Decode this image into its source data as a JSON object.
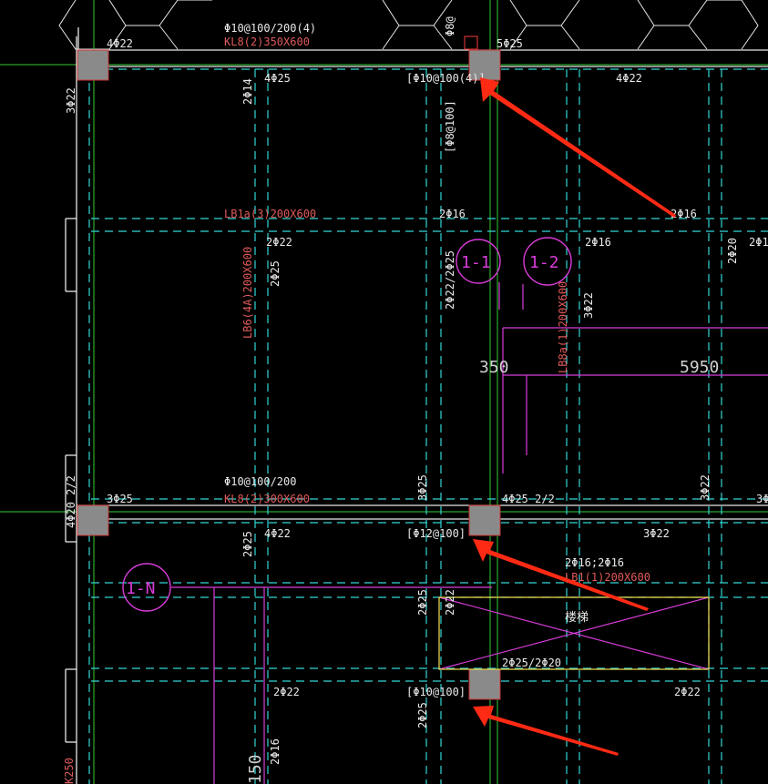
{
  "drawing": {
    "colors": {
      "background": "#000000",
      "grid_dash": "#33d6d6",
      "beam_edge": "#e8e8e8",
      "axis": "#33cc33",
      "section_mark": "#d83cd8",
      "beam_label": "#e05a5a",
      "rebar_text": "#eaeaea",
      "column_fill": "#8a8a8a",
      "arrow": "#ff2a14",
      "stair_outline": "#e6d24a"
    },
    "section_marks": [
      "1-1",
      "1-2",
      "1-N"
    ],
    "dimensions": {
      "d1": "350",
      "d2": "5950",
      "d3": "150",
      "d4": "K250"
    },
    "stair_label": "楼梯",
    "beam_labels": {
      "kl_top": "KL8(2)350X600",
      "kl_top_stirrup": "Φ10@100/200(4)",
      "kl_mid": "KL8(2)300X600",
      "kl_mid_stirrup": "Φ10@100/200",
      "lb1a": "LB1a(3)200X600",
      "lb6": "LB6(4A)200X600",
      "lb8a": "LB8a(1)200X600",
      "lb1": "LB1(1)200X600"
    },
    "rebar_labels": {
      "r_top_left_4phi22": "4Φ22",
      "r_top_5phi25": "5Φ25",
      "r_top_4phi25": "4Φ25",
      "r_top_right_4phi22": "4Φ22",
      "r_top_left_vert": "3Φ22",
      "r_col_2phi14": "2Φ14",
      "r_stirrup_top": "[Φ10@100(4)]",
      "r_stirrup_vert": "[Φ8@100]",
      "r_vert_top_cut": "Φ8@",
      "r_2phi16_a": "2Φ16",
      "r_2phi16_b": "2Φ16",
      "r_2phi16_c": "2Φ16",
      "r_2phi22_a": "2Φ22",
      "r_2phi25_a": "2Φ25",
      "r_2phi22_2phi25": "2Φ22/2Φ25",
      "r_3phi22_a": "3Φ22",
      "r_2phi20": "2Φ20",
      "r_2phi_edge": "2Φ1",
      "r_left_vert_mid": "4Φ20 2/2",
      "r_3phi25_left": "3Φ25",
      "r_3phi25_vert": "3Φ25",
      "r_4phi25_22": "4Φ25 2/2",
      "r_3phi22_vert": "3Φ22",
      "r_3_edge": "3Φ",
      "r_4phi22_mid": "4Φ22",
      "r_2phi25_mid": "2Φ25",
      "r_stirrup_mid": "[Φ12@100]",
      "r_3phi22_mid": "3Φ22",
      "r_2phi16_2phi16": "2Φ16;2Φ16",
      "r_2phi25_b": "2Φ25",
      "r_2phi22_b": "2Φ22",
      "r_2phi25_2phi20": "2Φ25/2Φ20",
      "r_2phi22_c": "2Φ22",
      "r_stirrup_bottom": "[Φ10@100]",
      "r_2phi22_d": "2Φ22",
      "r_2phi25_c": "2Φ25",
      "r_2phi16_d": "2Φ16"
    }
  }
}
